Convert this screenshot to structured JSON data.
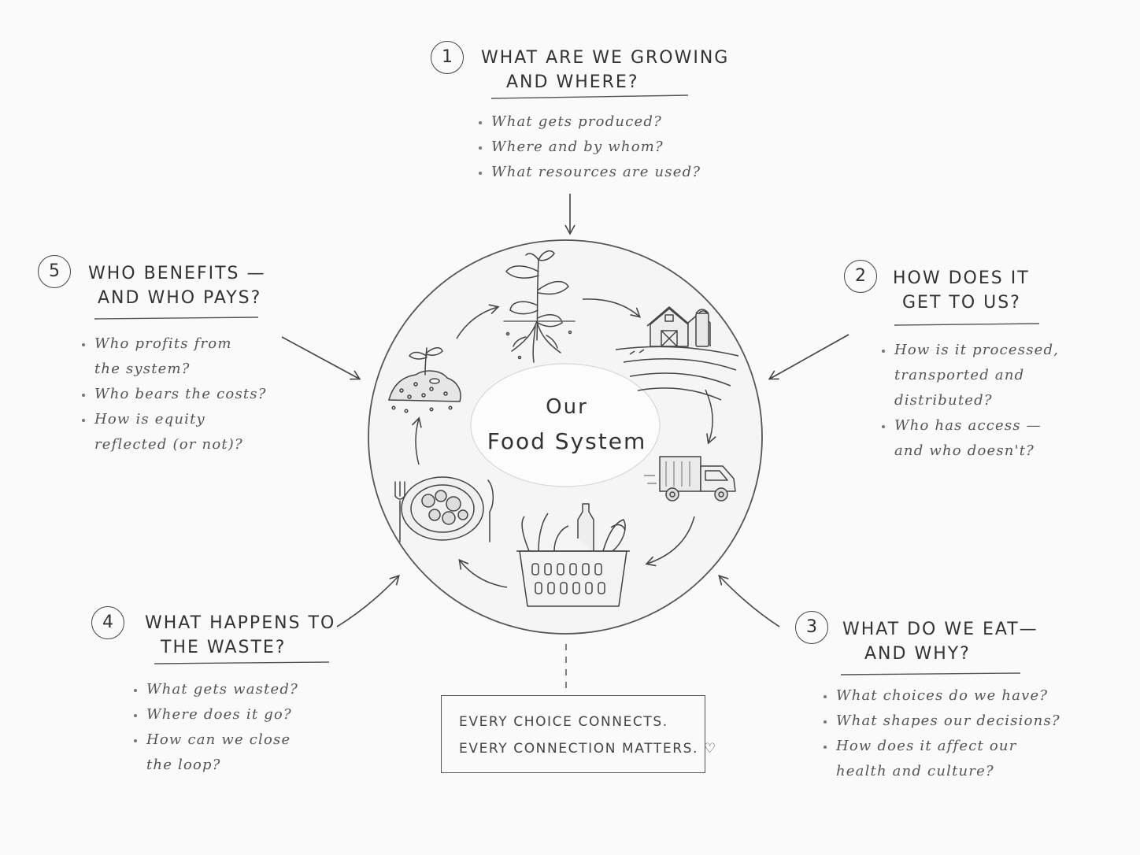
{
  "center": {
    "line1": "Our",
    "line2": "Food System"
  },
  "sections": [
    {
      "number": "1",
      "title_lines": [
        "What are we growing",
        "and where?"
      ],
      "questions": [
        "What gets produced?",
        "Where and by whom?",
        "What resources are used?"
      ]
    },
    {
      "number": "2",
      "title_lines": [
        "How does it",
        "get to us?"
      ],
      "questions": [
        "How is it processed,",
        "transported and",
        "distributed?",
        "Who has access —",
        "and who doesn't?"
      ]
    },
    {
      "number": "3",
      "title_lines": [
        "What do we eat—",
        "and why?"
      ],
      "questions": [
        "What choices do we have?",
        "What shapes our decisions?",
        "How does it affect our",
        "health and culture?"
      ]
    },
    {
      "number": "4",
      "title_lines": [
        "What happens to",
        "the waste?"
      ],
      "questions": [
        "What gets wasted?",
        "Where does it go?",
        "How can we close",
        "the loop?"
      ]
    },
    {
      "number": "5",
      "title_lines": [
        "Who benefits —",
        "and who pays?"
      ],
      "questions": [
        "Who profits from",
        "the system?",
        "Who bears the costs?",
        "How is equity",
        "reflected (or not)?"
      ]
    }
  ],
  "tagline": {
    "line1": "Every choice connects.",
    "line2": "Every connection matters. ♡"
  },
  "icons": [
    "sprouting-plant-icon",
    "barn-farm-icon",
    "delivery-truck-icon",
    "grocery-basket-icon",
    "meal-plate-icon",
    "compost-sprout-icon"
  ],
  "colors": {
    "ink": "#3b3b3b",
    "paper": "#fafafa"
  }
}
